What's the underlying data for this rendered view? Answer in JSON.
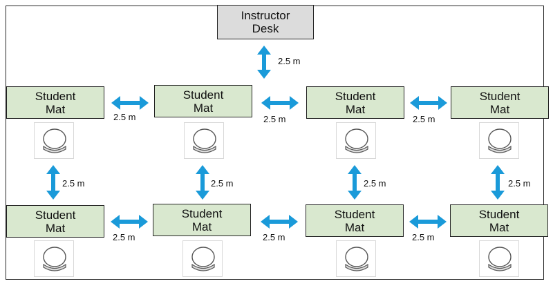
{
  "instructor_desk": {
    "line1": "Instructor",
    "line2": "Desk"
  },
  "mat": {
    "line1": "Student",
    "line2": "Mat"
  },
  "distance_label": "2.5 m",
  "colors": {
    "arrow": "#1a9ad9",
    "mat_fill": "#d9e8cf",
    "desk_fill": "#dcdcdc"
  },
  "icons": {
    "chair": "chair-icon",
    "arrow": "double-arrow-icon"
  }
}
